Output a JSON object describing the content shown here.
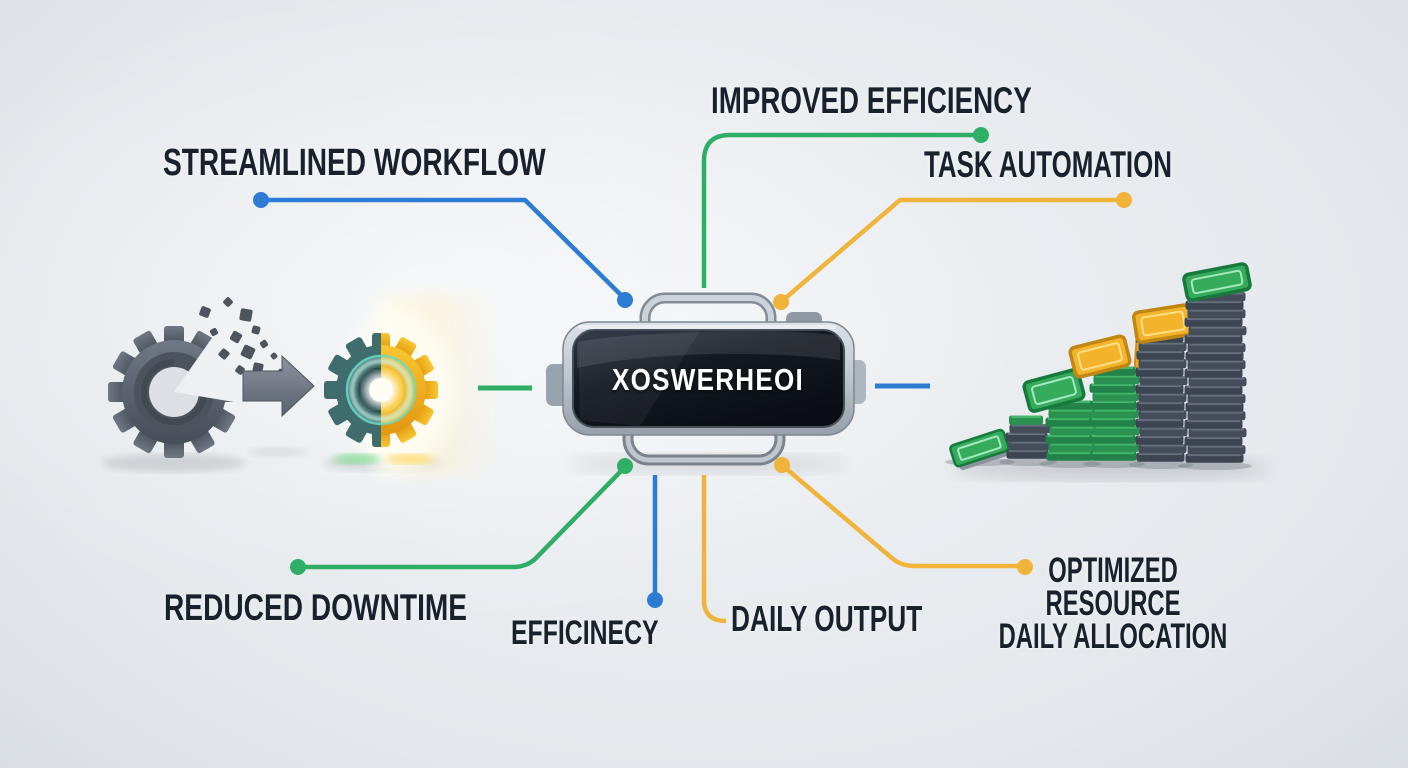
{
  "scene_title": "Automation benefits infographic",
  "device": {
    "label": "XOSWERHEOI"
  },
  "callouts": {
    "streamlined_workflow": {
      "label": "STREAMLINED WORKFLOW",
      "connector_color": "blue"
    },
    "improved_efficiency": {
      "label": "IMPROVED EFFICIENCY",
      "connector_color": "green"
    },
    "task_automation": {
      "label": "TASK AUTOMATION",
      "connector_color": "yellow"
    },
    "reduced_downtime": {
      "label": "REDUCED DOWNTIME",
      "connector_color": "green"
    },
    "efficiency": {
      "label": "EFFICINECY",
      "connector_color": "blue"
    },
    "daily_output": {
      "label": "DAILY OUTPUT",
      "connector_color": "yellow"
    },
    "optimized_resource": {
      "lines": [
        "OPTIMIZED",
        "RESOURCE",
        "DAILY ALLOCATION"
      ],
      "connector_color": "yellow"
    }
  },
  "palette": {
    "blue": "#2c7cd4",
    "green": "#2fae66",
    "yellow": "#f0b43a",
    "text": "#1a212e",
    "device_screen": "#10151c",
    "device_frame": "#c3cad2",
    "gear_gray": "#59626e",
    "gear_gold": "#f3b024",
    "gear_glow": "#6fe0cc",
    "chip_dark_a": "#454d5a",
    "chip_dark_b": "#3d4452",
    "chip_dark_top": "#67727f",
    "chip_green_a": "#2a9150",
    "chip_green_b": "#23814a",
    "chip_green_top": "#44b96a",
    "card_green": "#35ab5c",
    "card_green_edge": "#177a3c",
    "card_green_light": "#a8e8bf",
    "card_yellow": "#f3b42c",
    "card_yellow_edge": "#c18712",
    "card_yellow_light": "#ffe08a"
  },
  "illustrations": {
    "before_after": {
      "left_icon": "broken-gear-icon",
      "arrow_icon": "transform-arrow-icon",
      "right_icon": "optimized-glowing-gear-icon"
    },
    "growth_stacks": {
      "description": "ascending stacks of chips symbolizing growth",
      "stacks": [
        {
          "chips": 0,
          "color": "green",
          "top": "flat-card"
        },
        {
          "chips": 4,
          "color": "dark",
          "top": "green-chip"
        },
        {
          "chips": 7,
          "color": "green",
          "top": "green-card"
        },
        {
          "chips": 11,
          "color": "green",
          "top": "yellow-card",
          "accessory": "money-clip"
        },
        {
          "chips": 15,
          "color": "dark",
          "top": "yellow-card"
        },
        {
          "chips": 20,
          "color": "dark",
          "top": "green-card"
        }
      ]
    }
  }
}
